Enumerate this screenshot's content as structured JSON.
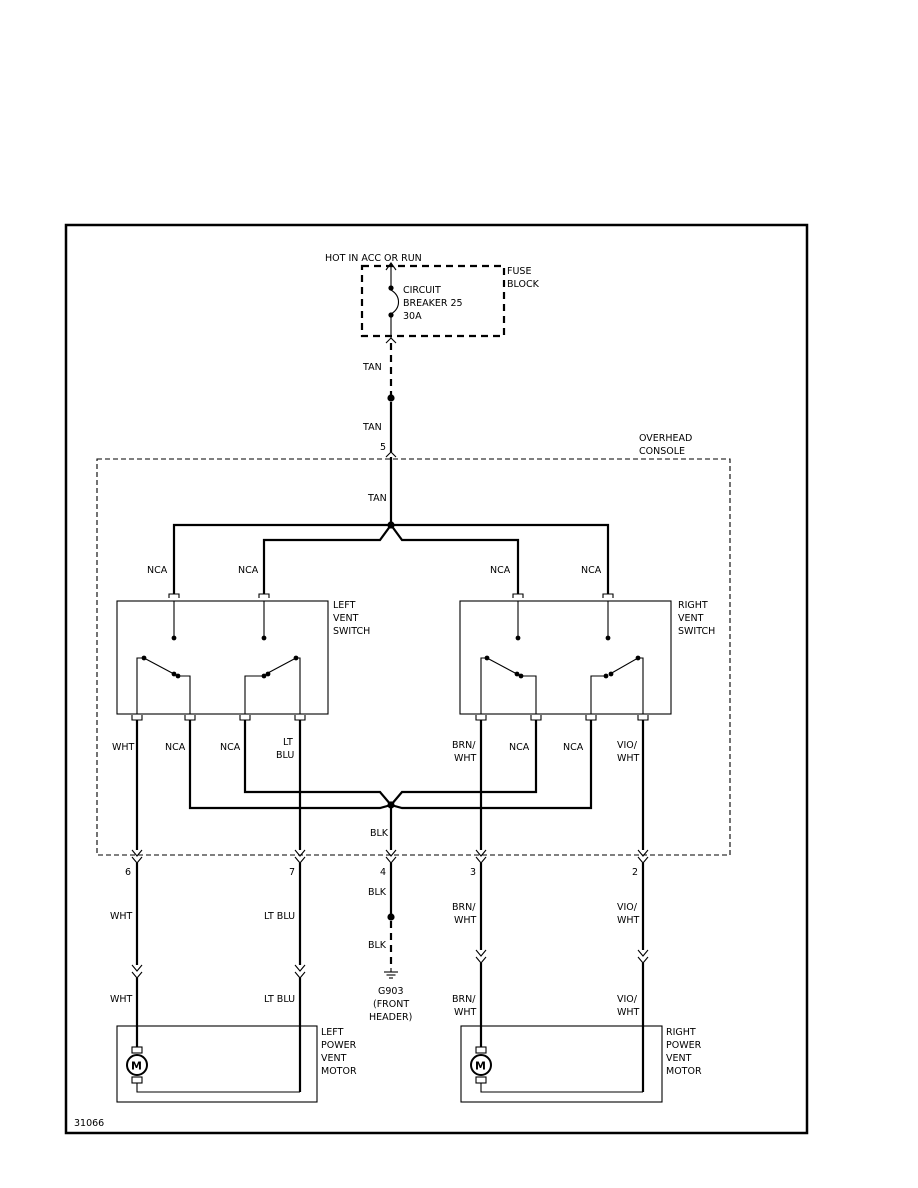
{
  "figure_id": "31066",
  "power": {
    "hot_label": "HOT IN ACC OR RUN",
    "fuse_block_label": [
      "FUSE",
      "BLOCK"
    ],
    "breaker_label": [
      "CIRCUIT",
      "BREAKER 25",
      "30A"
    ]
  },
  "feed": {
    "wire_upper": "TAN",
    "wire_lower": "TAN",
    "pin": "5",
    "wire_inside": "TAN"
  },
  "console": {
    "label": [
      "OVERHEAD",
      "CONSOLE"
    ]
  },
  "left_switch": {
    "label": [
      "LEFT",
      "VENT",
      "SWITCH"
    ],
    "in_wire_a": "NCA",
    "in_wire_b": "NCA",
    "out_wire_1": "WHT",
    "out_wire_2": "NCA",
    "out_wire_3": "NCA",
    "out_wire_4": [
      "LT",
      "BLU"
    ]
  },
  "right_switch": {
    "label": [
      "RIGHT",
      "VENT",
      "SWITCH"
    ],
    "in_wire_a": "NCA",
    "in_wire_b": "NCA",
    "out_wire_1": [
      "BRN/",
      "WHT"
    ],
    "out_wire_2": "NCA",
    "out_wire_3": "NCA",
    "out_wire_4": [
      "VIO/",
      "WHT"
    ]
  },
  "ground_bus": {
    "wire_inside": "BLK",
    "pin": "4",
    "wire_upper": "BLK",
    "wire_lower": "BLK",
    "ground_label": [
      "G903",
      "(FRONT",
      "HEADER)"
    ]
  },
  "left_motor_feeds": {
    "pin_a": "6",
    "pin_b": "7",
    "wire_a_upper": "WHT",
    "wire_a_lower": "WHT",
    "wire_b_upper": "LT BLU",
    "wire_b_lower": "LT BLU"
  },
  "right_motor_feeds": {
    "pin_a": "3",
    "pin_b": "2",
    "wire_a_upper": [
      "BRN/",
      "WHT"
    ],
    "wire_a_lower": [
      "BRN/",
      "WHT"
    ],
    "wire_b_upper": [
      "VIO/",
      "WHT"
    ],
    "wire_b_lower": [
      "VIO/",
      "WHT"
    ]
  },
  "left_motor": {
    "label": [
      "LEFT",
      "POWER",
      "VENT",
      "MOTOR"
    ],
    "symbol": "M"
  },
  "right_motor": {
    "label": [
      "RIGHT",
      "POWER",
      "VENT",
      "MOTOR"
    ],
    "symbol": "M"
  }
}
